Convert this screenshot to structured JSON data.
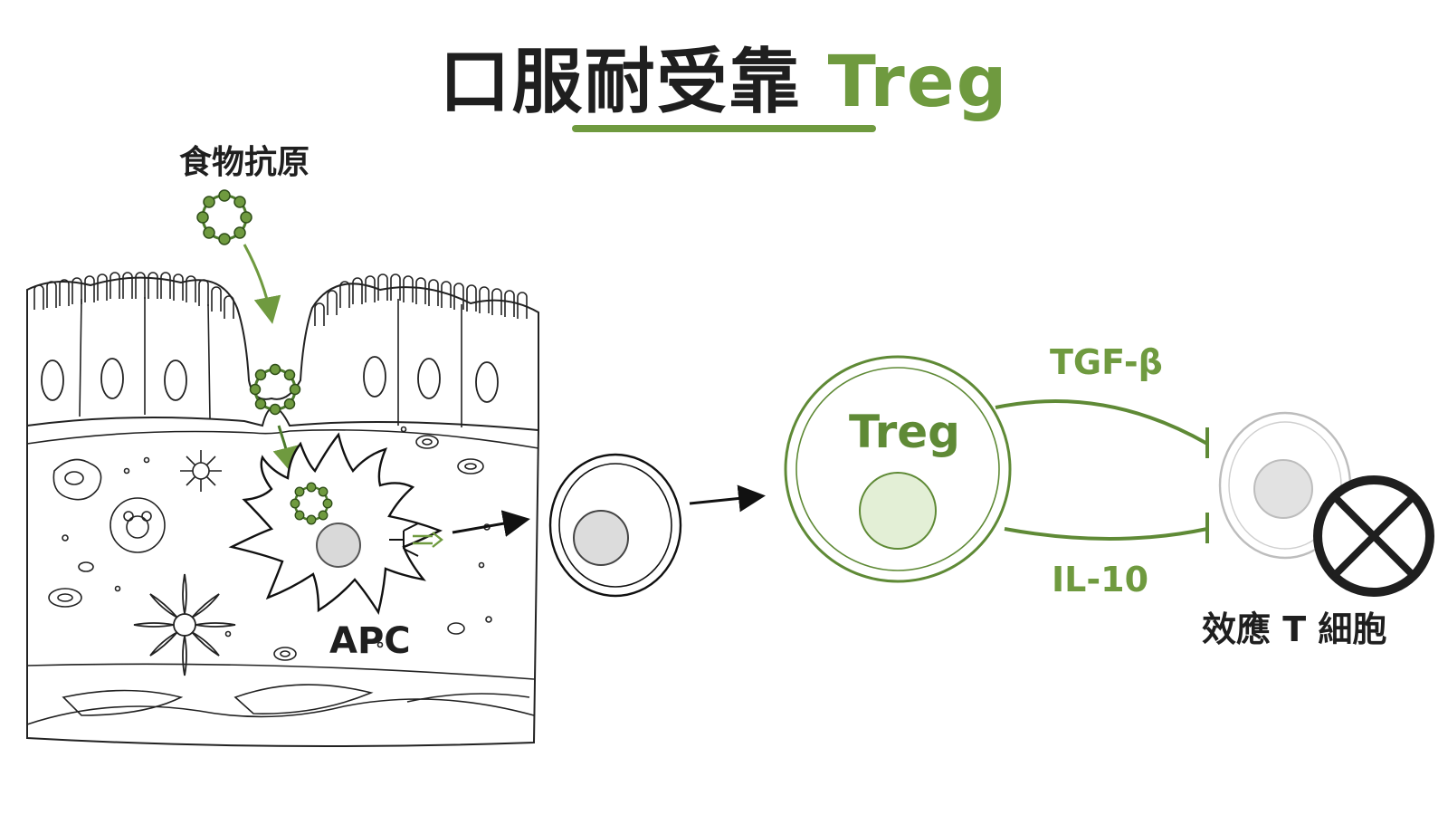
{
  "title": {
    "main": "口服耐受靠 ",
    "highlight": "Treg"
  },
  "labels": {
    "food_antigen": "食物抗原",
    "apc": "APC",
    "treg": "Treg",
    "tgf_beta": "TGF-β",
    "il10": "IL-10",
    "effector_t_cell": "效應 T 細胞"
  },
  "colors": {
    "accent_green": "#6f9a3f",
    "ink": "#1f1f1f",
    "outline_gray": "#bdbdbd",
    "nucleus_gray": "#d9d9d9",
    "treg_nucleus": "#e3efd6"
  },
  "icons": {
    "inhibition": "x-in-circle-icon"
  }
}
